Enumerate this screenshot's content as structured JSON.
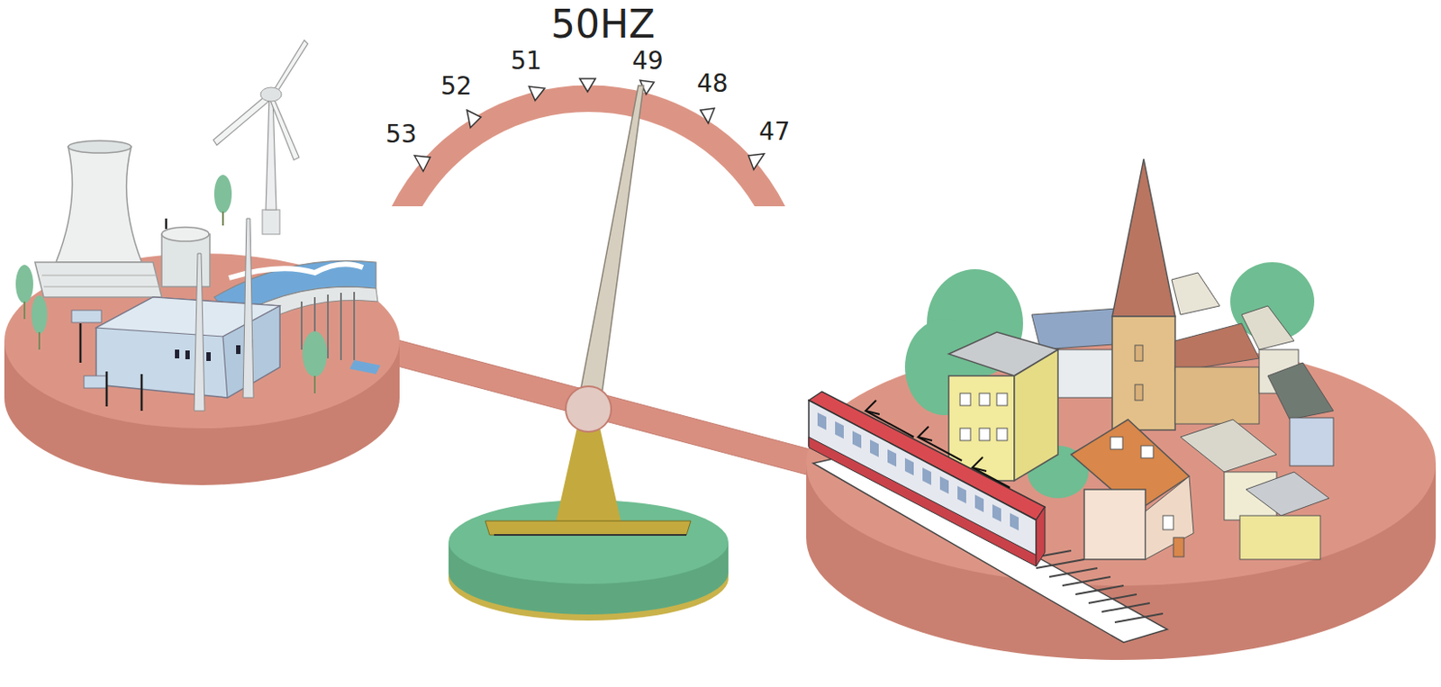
{
  "diagram": {
    "labels": [
      "50HZ",
      "53",
      "52",
      "51",
      "49",
      "48",
      "47"
    ]
  }
}
